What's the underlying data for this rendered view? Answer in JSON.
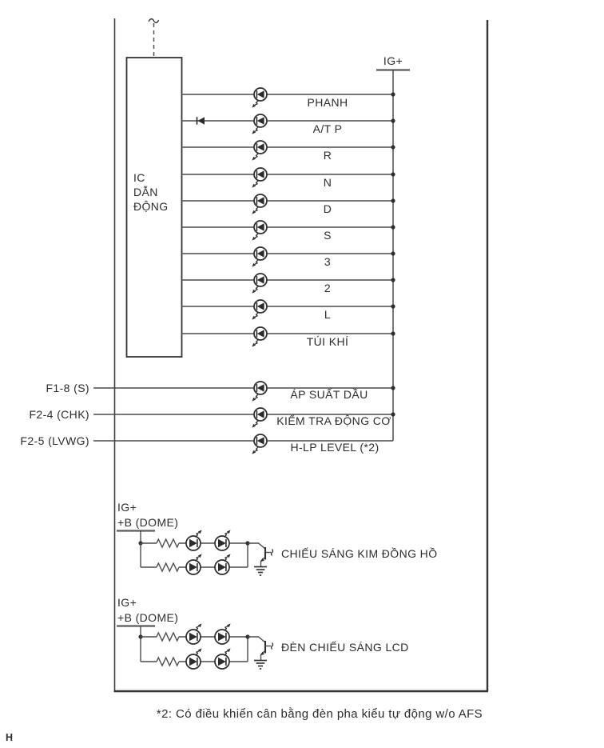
{
  "top": {
    "ig_label": "IG+"
  },
  "ic_box": {
    "line1": "IC",
    "line2": "DẪN",
    "line3": "ĐỘNG"
  },
  "indicator_rows": [
    {
      "label": "PHANH"
    },
    {
      "label": "A/T P",
      "has_diode": true
    },
    {
      "label": "R"
    },
    {
      "label": "N"
    },
    {
      "label": "D"
    },
    {
      "label": "S"
    },
    {
      "label": "3"
    },
    {
      "label": "2"
    },
    {
      "label": "L"
    },
    {
      "label": "TÚI KHÍ"
    }
  ],
  "external_rows": [
    {
      "terminal": "F1-8 (S)",
      "label": "ÁP SUẤT DẦU"
    },
    {
      "terminal": "F2-4 (CHK)",
      "label": "KIỂM TRA ĐỘNG CƠ"
    },
    {
      "terminal": "F2-5 (LVWG)",
      "label": "H-LP LEVEL (*2)"
    }
  ],
  "illumination_sections": [
    {
      "supply_top": "IG+",
      "supply_bottom": "+B (DOME)",
      "label": "CHIẾU SÁNG KIM ĐỒNG HỒ"
    },
    {
      "supply_top": "IG+",
      "supply_bottom": "+B (DOME)",
      "label": "ĐÈN CHIẾU SÁNG LCD"
    }
  ],
  "footnote": "*2: Có điều khiển cân bằng đèn pha kiểu tự động w/o AFS",
  "page_marker": "H",
  "colors": {
    "ink": "#2b2b2b",
    "wire": "#4b4b4b",
    "background": "#ffffff"
  }
}
